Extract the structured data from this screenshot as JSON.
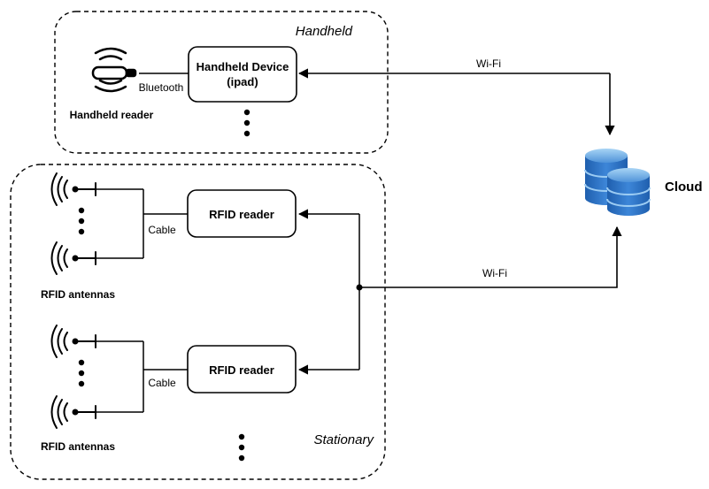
{
  "groups": {
    "handheld": "Handheld",
    "stationary": "Stationary"
  },
  "nodes": {
    "handheld_device_line1": "Handheld Device",
    "handheld_device_line2": "(ipad)",
    "handheld_reader": "Handheld reader",
    "rfid_reader_top": "RFID reader",
    "rfid_reader_bottom": "RFID reader",
    "rfid_antennas_top": "RFID antennas",
    "rfid_antennas_bottom": "RFID antennas",
    "cloud": "Cloud"
  },
  "edges": {
    "bluetooth": "Bluetooth",
    "wifi_top": "Wi-Fi",
    "wifi_bottom": "Wi-Fi",
    "cable_top": "Cable",
    "cable_bottom": "Cable"
  },
  "icons": {
    "handheld_reader": "handheld-rfid-scanner-icon",
    "antenna": "rfid-antenna-icon",
    "cloud": "database-stack-icon"
  },
  "colors": {
    "database_top": "#3b7fd1",
    "database_body": "#2e6fbf",
    "database_highlight": "#8fc3f0"
  }
}
